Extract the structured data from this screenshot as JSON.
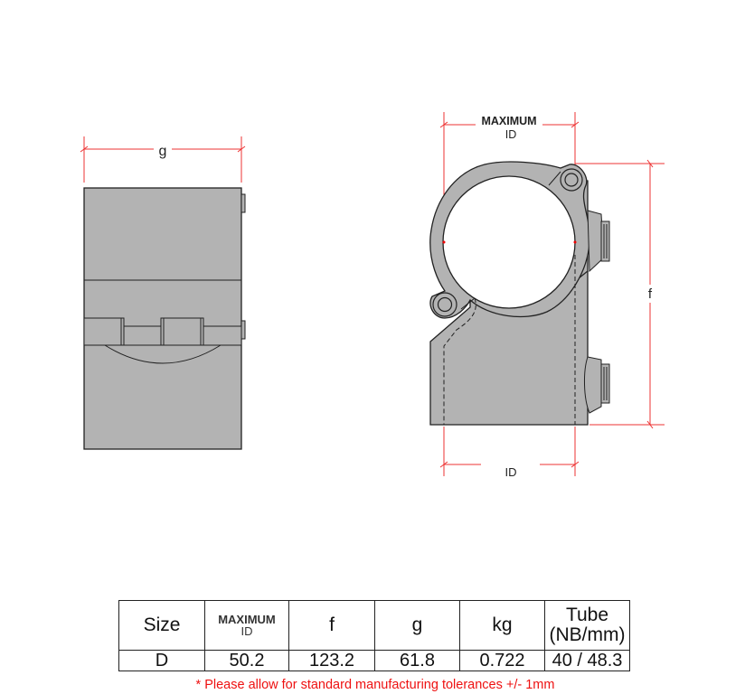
{
  "diagram": {
    "side_view": {
      "dimension_label": "g"
    },
    "front_view": {
      "top_dimension_label_line1": "MAXIMUM",
      "top_dimension_label_line2": "ID",
      "right_dimension_label": "f",
      "bottom_dimension_label": "ID"
    },
    "colors": {
      "part_fill": "#b3b3b3",
      "outline": "#222222",
      "dimension_line": "#ee3333",
      "note_text": "#ee1111"
    }
  },
  "table": {
    "headers": {
      "size": "Size",
      "max_id_line1": "MAXIMUM",
      "max_id_line2": "ID",
      "f": "f",
      "g": "g",
      "kg": "kg",
      "tube_line1": "Tube",
      "tube_line2": "(NB/mm)"
    },
    "rows": [
      {
        "size": "D",
        "max_id": "50.2",
        "f": "123.2",
        "g": "61.8",
        "kg": "0.722",
        "tube": "40 / 48.3"
      }
    ]
  },
  "note": "* Please allow for standard manufacturing tolerances +/- 1mm"
}
